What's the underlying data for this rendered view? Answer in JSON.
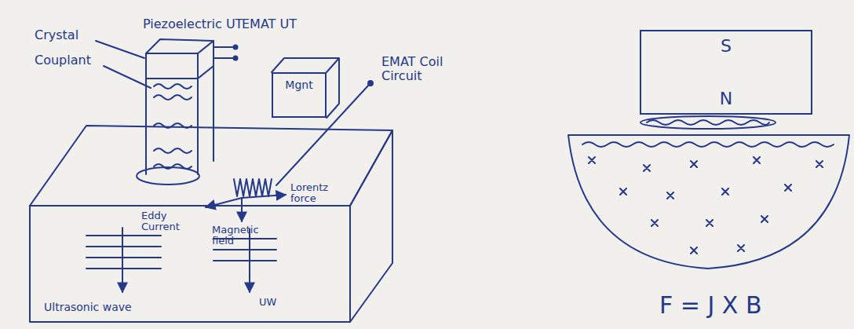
{
  "diagram": {
    "nodes": [
      {
        "text": [
          "Mgnt"
        ]
      },
      {
        "text": [
          "S",
          "N"
        ]
      }
    ],
    "labels": [
      "Piezoelectric UT",
      "EMAT UT",
      "Crystal",
      "Couplant",
      "EMAT Coil Circuit",
      "Eddy Current",
      "Magnetic field",
      "Lorentz force",
      "Ultrasonic wave",
      "UW",
      "F = J X B"
    ]
  }
}
